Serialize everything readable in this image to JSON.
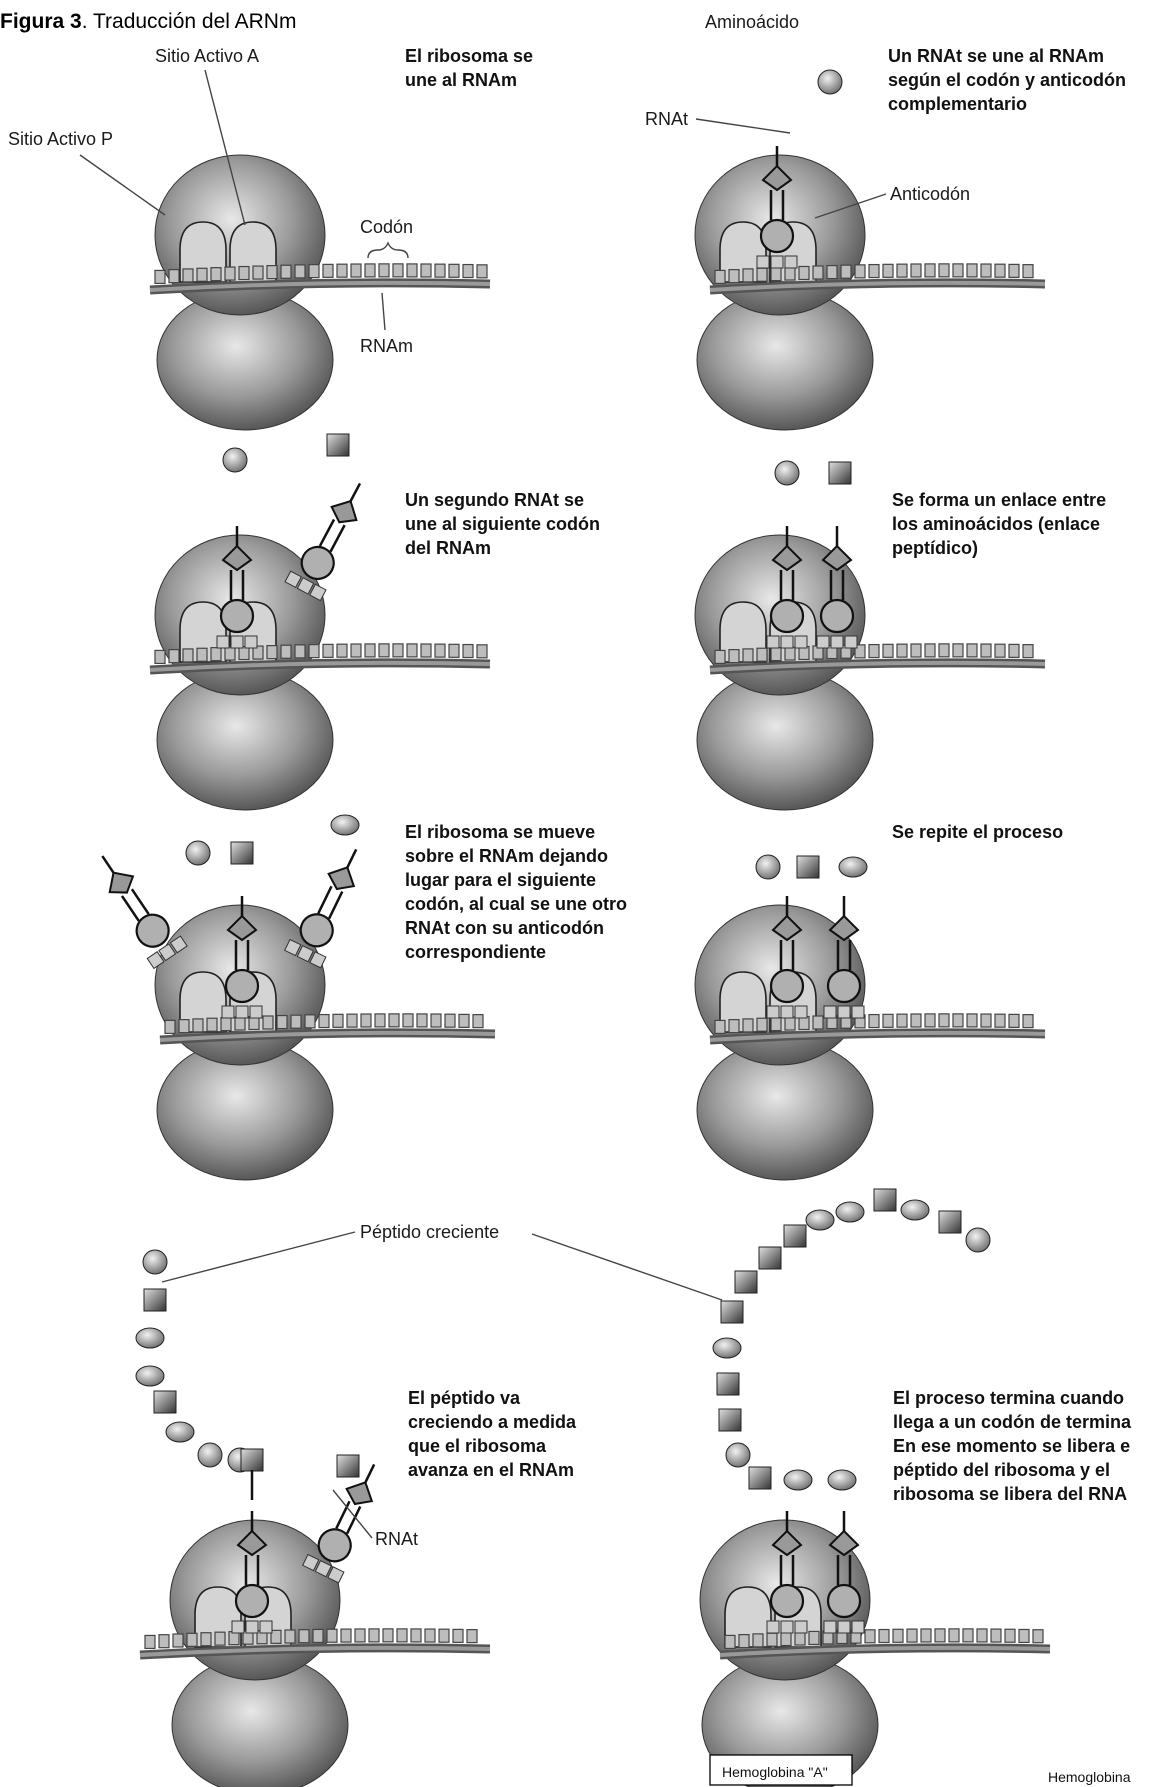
{
  "title": {
    "bold": "Figura 3",
    "rest": ". Traducción del ARNm"
  },
  "labels": {
    "sitio_a": "Sitio Activo A",
    "sitio_p": "Sitio Activo P",
    "codon": "Codón",
    "rnam": "RNAm",
    "aminoacido": "Aminoácido",
    "rnat": "RNAt",
    "anticodon": "Anticodón",
    "peptido_creciente": "Péptido creciente",
    "rnat_bottom": "RNAt"
  },
  "steps": [
    {
      "id": 1,
      "caption": [
        "El ribosoma se",
        "une al RNAm"
      ]
    },
    {
      "id": 2,
      "caption": [
        "Un RNAt se une al RNAm",
        "según el codón y anticodón",
        "complementario"
      ]
    },
    {
      "id": 3,
      "caption": [
        "Un segundo RNAt se",
        "une al siguiente codón",
        "del RNAm"
      ]
    },
    {
      "id": 4,
      "caption": [
        "Se forma un enlace entre",
        "los aminoácidos (enlace",
        "peptídico)"
      ]
    },
    {
      "id": 5,
      "caption": [
        "El ribosoma se mueve",
        "sobre el RNAm dejando",
        "lugar para el siguiente",
        "codón,  al cual se une otro",
        "RNAt con su anticodón",
        "correspondiente"
      ]
    },
    {
      "id": 6,
      "caption": [
        "Se repite el proceso"
      ]
    },
    {
      "id": 7,
      "caption": [
        "El péptido va",
        "creciendo a medida",
        "que el ribosoma",
        "avanza en el RNAm"
      ]
    },
    {
      "id": 8,
      "caption": [
        "El proceso termina cuando",
        "llega a un codón de termina",
        "En ese momento se libera e",
        "péptido del ribosoma y el",
        "ribosoma se libera del RNA"
      ]
    }
  ],
  "footer": {
    "box": "Hemoglobina \"A\"",
    "right": "Hemoglobina"
  },
  "colors": {
    "ribosome_light": "#e6e6e6",
    "ribosome_dark": "#4a4a4a",
    "strand": "#7a7a7a",
    "trna_fill": "#b0b0b0"
  }
}
